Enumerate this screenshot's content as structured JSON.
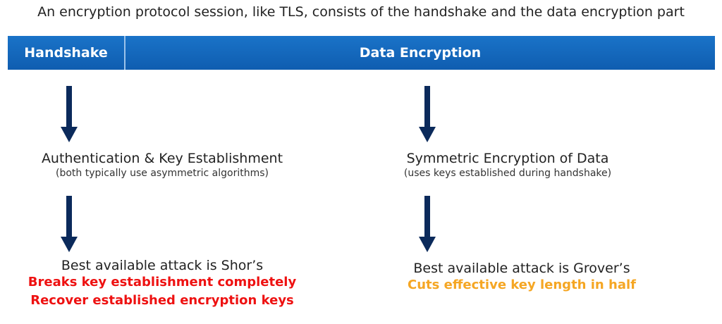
{
  "title": "An encryption protocol session, like TLS, consists of the handshake and the data encryption part",
  "header": {
    "left": "Handshake",
    "right": "Data Encryption"
  },
  "left": {
    "step1_title": "Authentication & Key Establishment",
    "step1_sub": "(both typically use asymmetric algorithms)",
    "step2_title": "Best available attack is Shor’s",
    "step2_line1": "Breaks key establishment completely",
    "step2_line2": "Recover established encryption keys"
  },
  "right": {
    "step1_title": "Symmetric Encryption of Data",
    "step1_sub": "(uses keys established during handshake)",
    "step2_title": "Best available attack is Grover’s",
    "step2_line1": "Cuts effective key length in half"
  },
  "colors": {
    "bar": "#1a6fc4",
    "arrow": "#0b2a5b",
    "red": "#ee1111",
    "orange": "#f5a623"
  }
}
